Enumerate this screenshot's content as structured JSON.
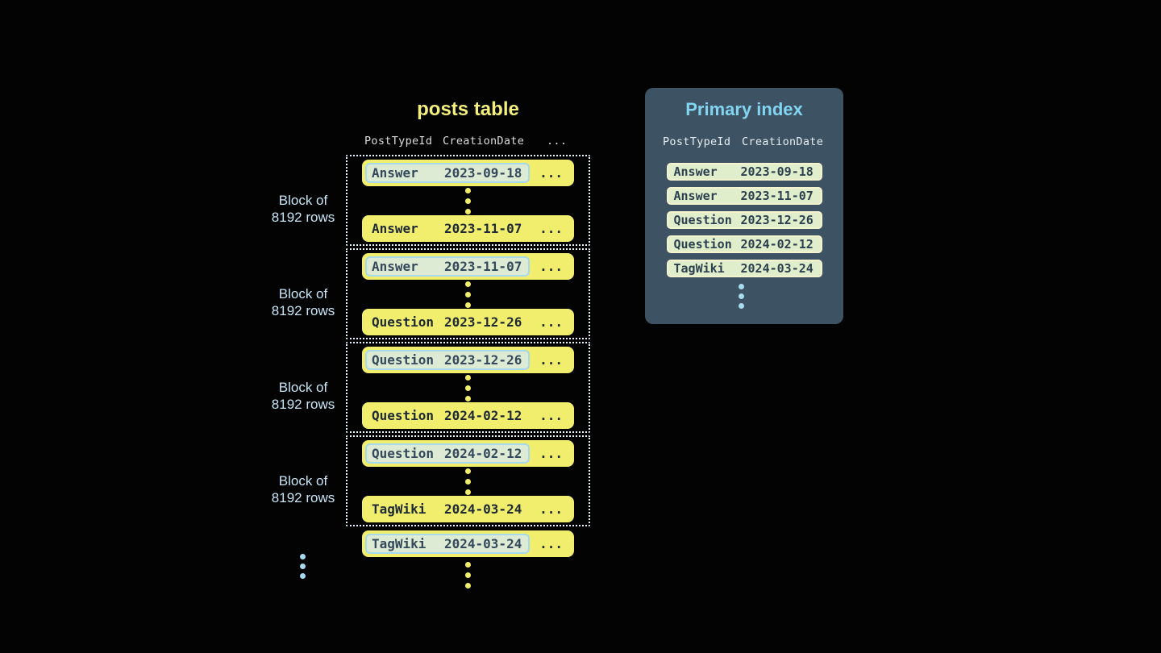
{
  "posts_table": {
    "title": "posts table",
    "header": {
      "col1": "PostTypeId",
      "col2": "CreationDate",
      "more": "..."
    },
    "block_label": {
      "line1": "Block of",
      "line2": "8192 rows"
    },
    "row_more": "...",
    "blocks": [
      {
        "first": {
          "type": "Answer",
          "date": "2023-09-18"
        },
        "last": {
          "type": "Answer",
          "date": "2023-11-07"
        }
      },
      {
        "first": {
          "type": "Answer",
          "date": "2023-11-07"
        },
        "last": {
          "type": "Question",
          "date": "2023-12-26"
        }
      },
      {
        "first": {
          "type": "Question",
          "date": "2023-12-26"
        },
        "last": {
          "type": "Question",
          "date": "2024-02-12"
        }
      },
      {
        "first": {
          "type": "Question",
          "date": "2024-02-12"
        },
        "last": {
          "type": "TagWiki",
          "date": "2024-03-24"
        }
      }
    ],
    "overflow_row": {
      "type": "TagWiki",
      "date": "2024-03-24"
    }
  },
  "primary_index": {
    "title": "Primary index",
    "header": {
      "col1": "PostTypeId",
      "col2": "CreationDate"
    },
    "rows": [
      {
        "type": "Answer",
        "date": "2023-09-18"
      },
      {
        "type": "Answer",
        "date": "2023-11-07"
      },
      {
        "type": "Question",
        "date": "2023-12-26"
      },
      {
        "type": "Question",
        "date": "2024-02-12"
      },
      {
        "type": "TagWiki",
        "date": "2024-03-24"
      }
    ]
  },
  "colors": {
    "background": "#030303",
    "row_yellow": "#f2ee6d",
    "title_yellow": "#f3ef7a",
    "highlight_cell_fill": "#ddebd5",
    "highlight_cell_border": "#a7d9ec",
    "block_border": "#e7f4fa",
    "label_blue": "#c6e6f7",
    "panel_background": "#3d5363",
    "panel_title_blue": "#82d4f1",
    "index_row_fill": "#e0eecb",
    "index_row_border": "#f4f3d0",
    "dot_blue": "#a8dbee",
    "dark_text": "#1d2935"
  }
}
